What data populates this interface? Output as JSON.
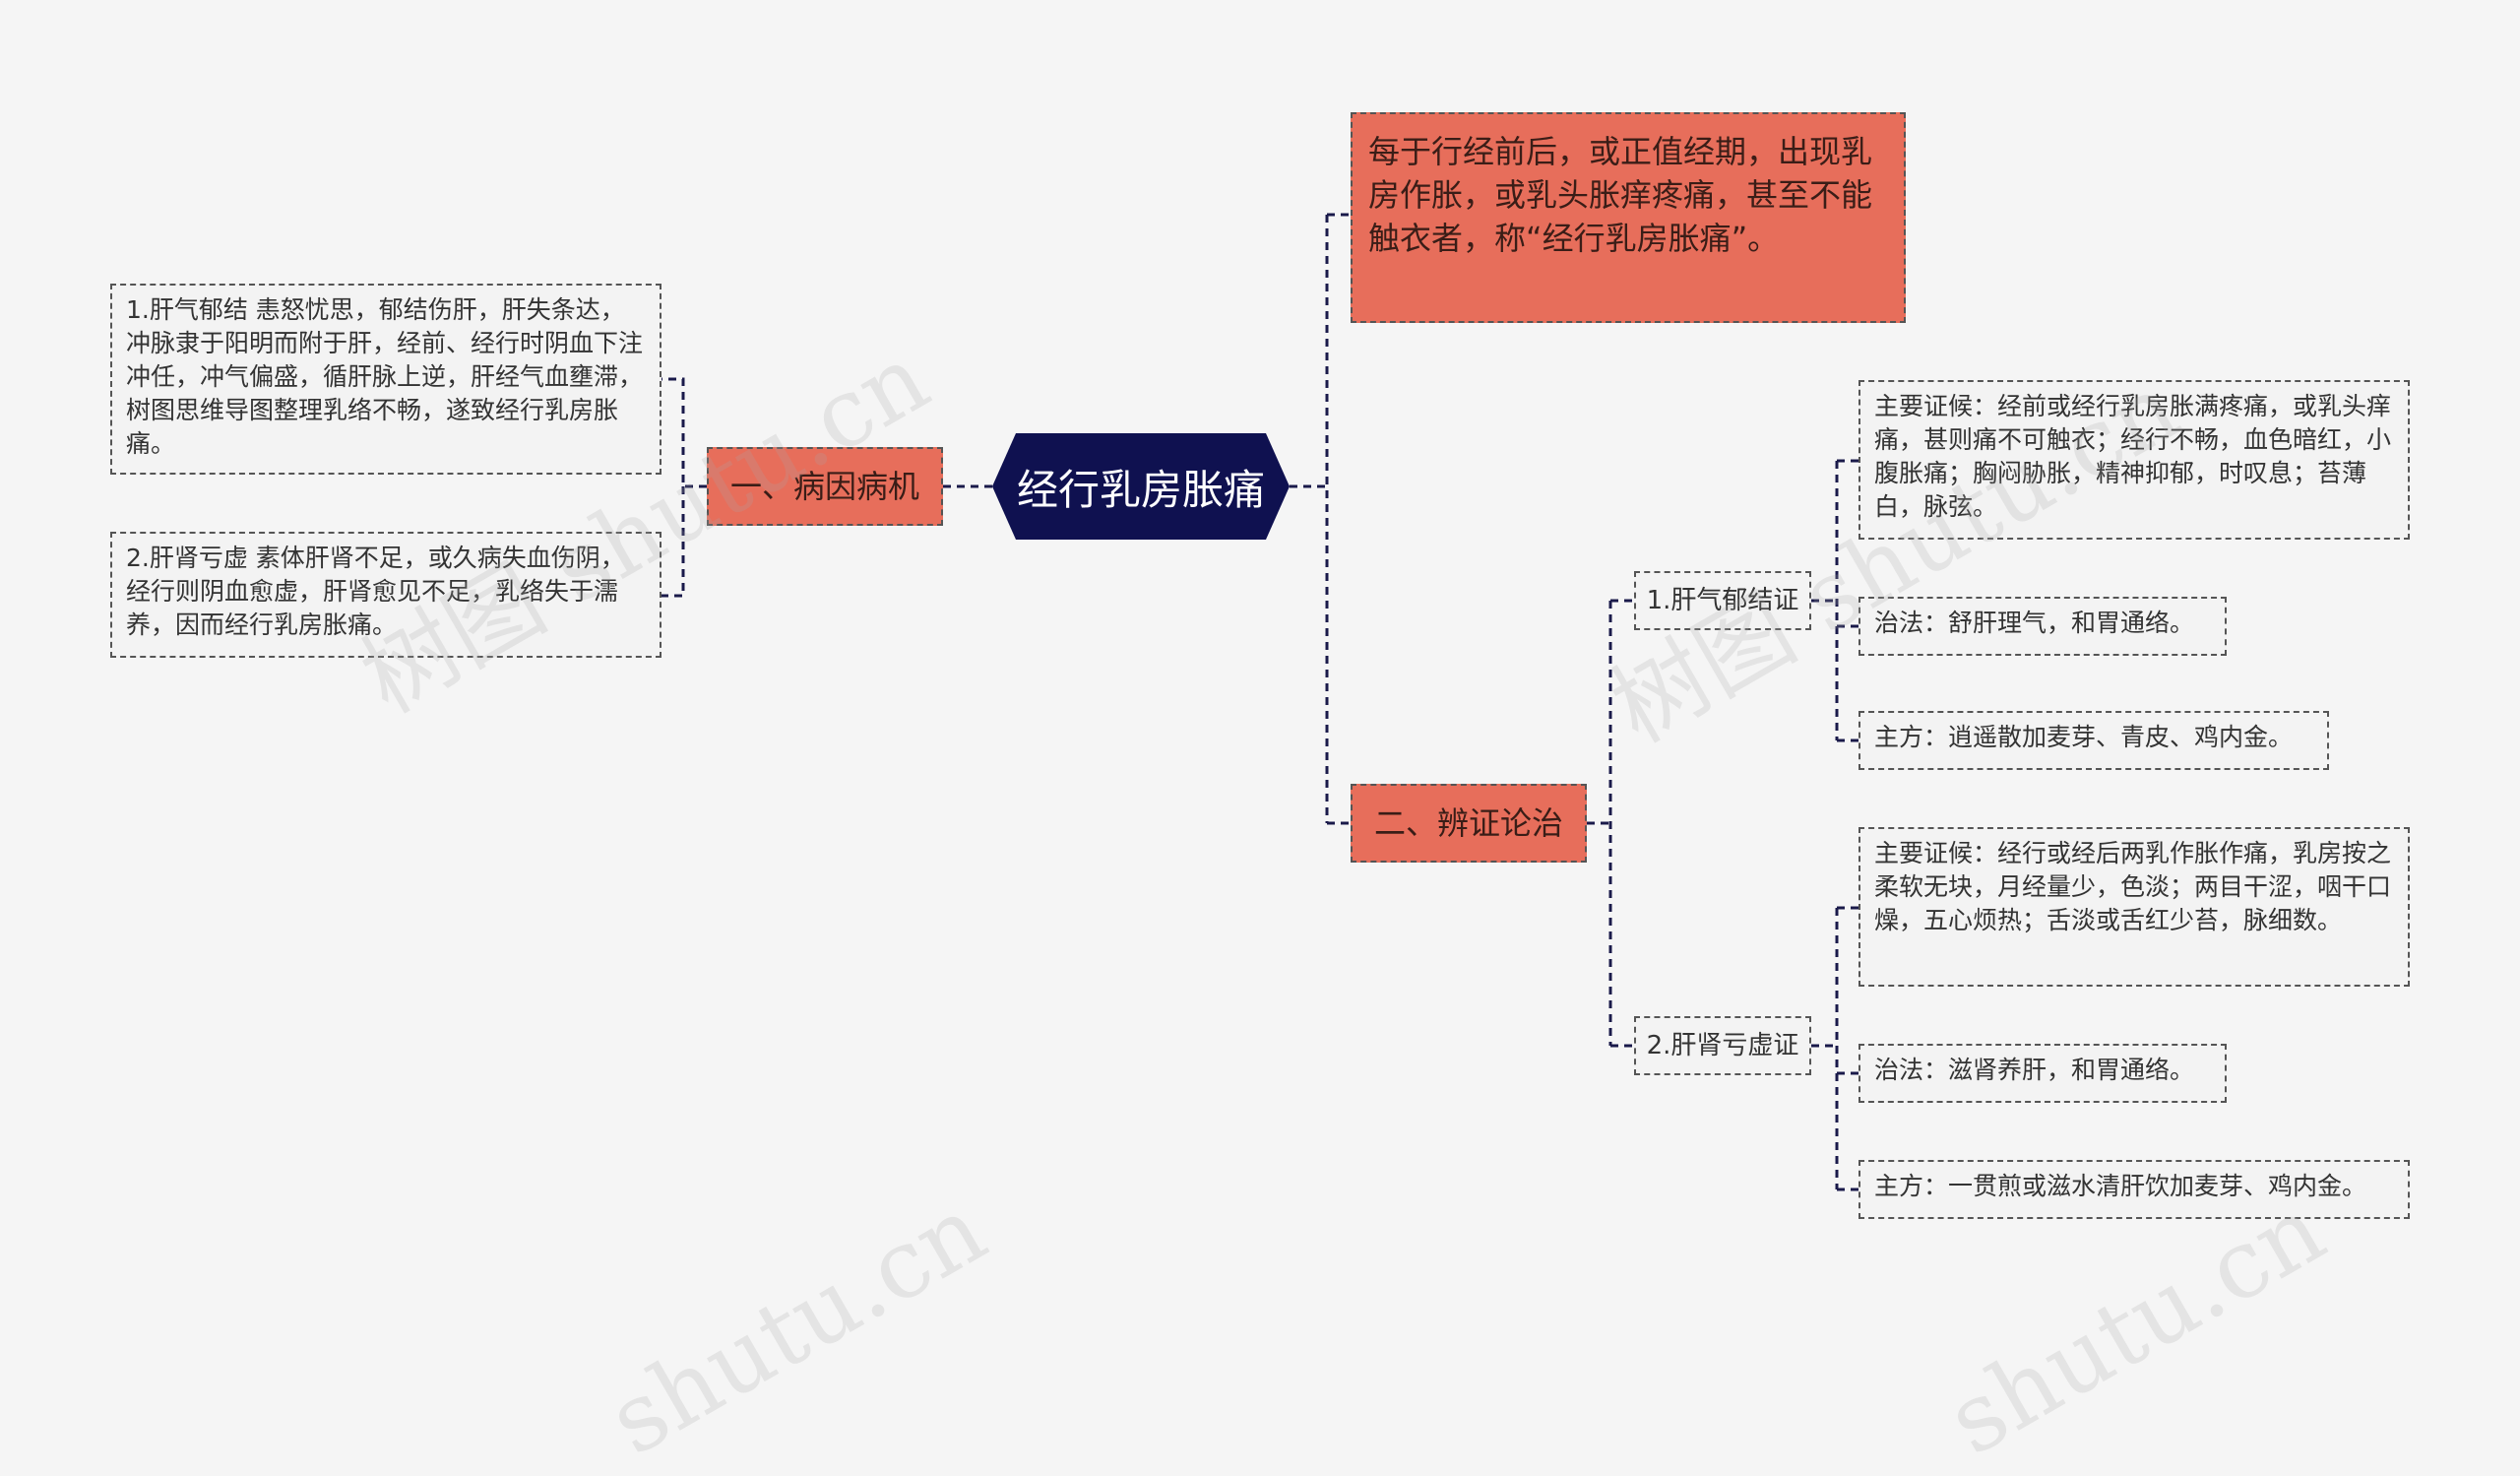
{
  "root": {
    "label": "经行乳房胀痛"
  },
  "intro": {
    "text": "每于行经前后，或正值经期，出现乳房作胀，或乳头胀痒疼痛，甚至不能触衣者，称“经行乳房胀痛”。"
  },
  "branch1": {
    "label": "一、病因病机",
    "items": [
      "1.肝气郁结 恚怒忧思，郁结伤肝，肝失条达，冲脉隶于阳明而附于肝，经前、经行时阴血下注冲任，冲气偏盛，循肝脉上逆，肝经气血壅滞，树图思维导图整理乳络不畅，遂致经行乳房胀痛。",
      "2.肝肾亏虚 素体肝肾不足，或久病失血伤阴，经行则阴血愈虚，肝肾愈见不足，乳络失于濡养，因而经行乳房胀痛。"
    ]
  },
  "branch2": {
    "label": "二、辨证论治",
    "subs": [
      {
        "label": "1.肝气郁结证",
        "items": [
          "主要证候：经前或经行乳房胀满疼痛，或乳头痒痛，甚则痛不可触衣；经行不畅，血色暗红，小腹胀痛；胸闷胁胀，精神抑郁，时叹息；苔薄白，脉弦。",
          "治法：舒肝理气，和胃通络。",
          "主方：逍遥散加麦芽、青皮、鸡内金。"
        ]
      },
      {
        "label": "2.肝肾亏虚证",
        "items": [
          "主要证候：经行或经后两乳作胀作痛，乳房按之柔软无块，月经量少，色淡；两目干涩，咽干口燥，五心烦热；舌淡或舌红少苔，脉细数。",
          "治法：滋肾养肝，和胃通络。",
          "主方：一贯煎或滋水清肝饮加麦芽、鸡内金。"
        ]
      }
    ]
  },
  "watermarks": [
    "树图 shutu.cn",
    "树图 shutu.cn",
    "shutu.cn",
    "shutu.cn"
  ],
  "colors": {
    "root": "#0f1150",
    "branch": "#e76e5b",
    "leaf_bg": "#f3f3f3",
    "background": "#f5f5f5",
    "connector": "#1a1a4a"
  }
}
